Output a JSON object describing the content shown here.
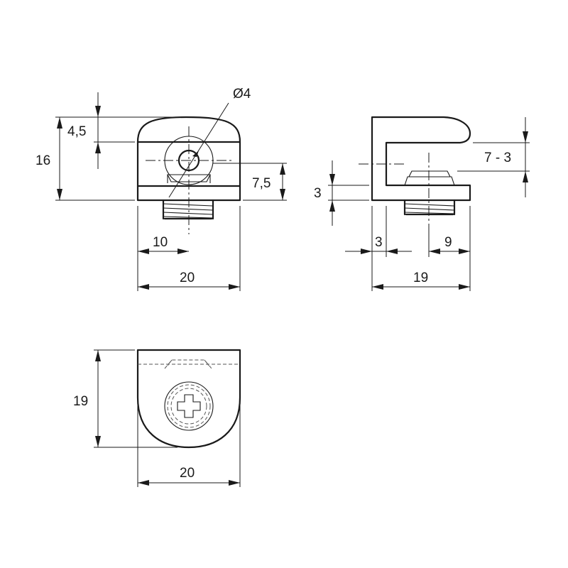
{
  "dimensions": {
    "front_height_total": "16",
    "front_top_height": "4,5",
    "hole_diameter": "Ø4",
    "front_screw_height": "7,5",
    "front_half_width": "10",
    "front_width": "20",
    "side_gap": "7 - 3",
    "side_bottom_thickness": "3",
    "side_wall_thickness": "3",
    "side_screw_offset": "9",
    "side_depth": "19",
    "top_depth": "19",
    "top_width": "20"
  }
}
